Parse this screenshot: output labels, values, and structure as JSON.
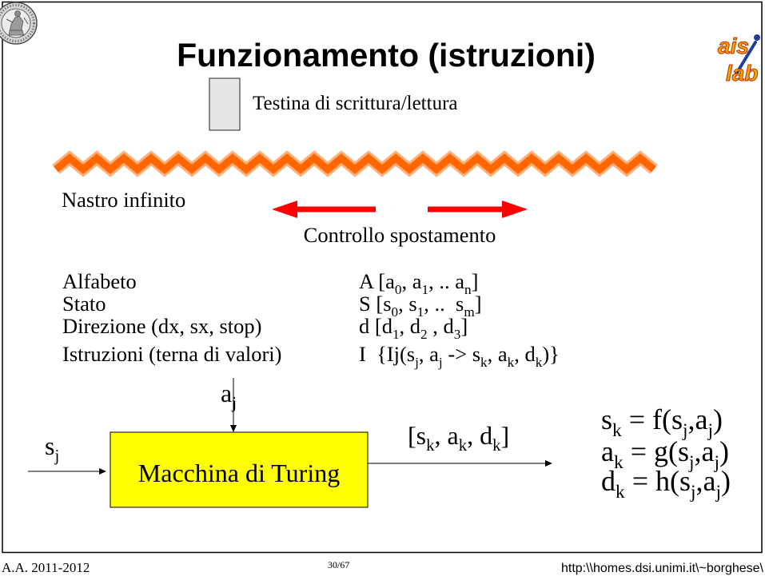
{
  "slide": {
    "title": "Funzionamento (istruzioni)",
    "head_label": "Testina di scrittura/lettura",
    "tape_label": "Nastro infinito",
    "movement_label": "Controllo spostamento"
  },
  "definitions": [
    {
      "label": "Alfabeto",
      "value": [
        "A [a",
        {
          "sub": "0"
        },
        ", a",
        {
          "sub": "1"
        },
        ", .. a",
        {
          "sub": "n"
        },
        "]"
      ]
    },
    {
      "label": "Stato",
      "value": [
        "S [s",
        {
          "sub": "0"
        },
        ", s",
        {
          "sub": "1"
        },
        ", ..  s",
        {
          "sub": "m"
        },
        "]"
      ]
    },
    {
      "label": "Direzione (dx, sx, stop)",
      "value": [
        "d [d",
        {
          "sub": "1"
        },
        ", d",
        {
          "sub": "2"
        },
        " , d",
        {
          "sub": "3"
        },
        "]"
      ]
    },
    {
      "label": "Istruzioni (terna di valori)",
      "value": [
        "I  {Ij(s",
        {
          "sub": "j"
        },
        ", a",
        {
          "sub": "j"
        },
        " -> s",
        {
          "sub": "k"
        },
        ", a",
        {
          "sub": "k"
        },
        ", d",
        {
          "sub": "k"
        },
        ")}"
      ]
    }
  ],
  "diagram": {
    "box_label": "Macchina di Turing",
    "input_label": [
      "s",
      {
        "sub": "j"
      }
    ],
    "top_label": [
      "a",
      {
        "sub": "j"
      }
    ],
    "output_label": [
      "[s",
      {
        "sub": "k"
      },
      ", a",
      {
        "sub": "k"
      },
      ", d",
      {
        "sub": "k"
      },
      "]"
    ],
    "formulas": [
      [
        "s",
        {
          "sub": "k"
        },
        " = f(s",
        {
          "sub": "j"
        },
        ",a",
        {
          "sub": "j"
        },
        ")"
      ],
      [
        "a",
        {
          "sub": "k"
        },
        " = g(s",
        {
          "sub": "j"
        },
        ",a",
        {
          "sub": "j"
        },
        ")"
      ],
      [
        "d",
        {
          "sub": "k"
        },
        " = h(s",
        {
          "sub": "j"
        },
        ",a",
        {
          "sub": "j"
        },
        ")"
      ]
    ]
  },
  "footer": {
    "course": "A.A. 2011-2012",
    "page": "30/67",
    "url": "http:\\\\homes.dsi.unimi.it\\~borghese\\"
  },
  "logos": {
    "left_icon": "university-seal-icon",
    "right_icon": "ais-lab-logo",
    "right_text_top": "ais",
    "right_text_bottom": "lab"
  },
  "colors": {
    "box_fill": "#ffff00",
    "arrow_red": "#ff0000",
    "tape": "#ff6600",
    "tape_light": "#ffb07a",
    "head_fill": "#e6e6e6"
  }
}
